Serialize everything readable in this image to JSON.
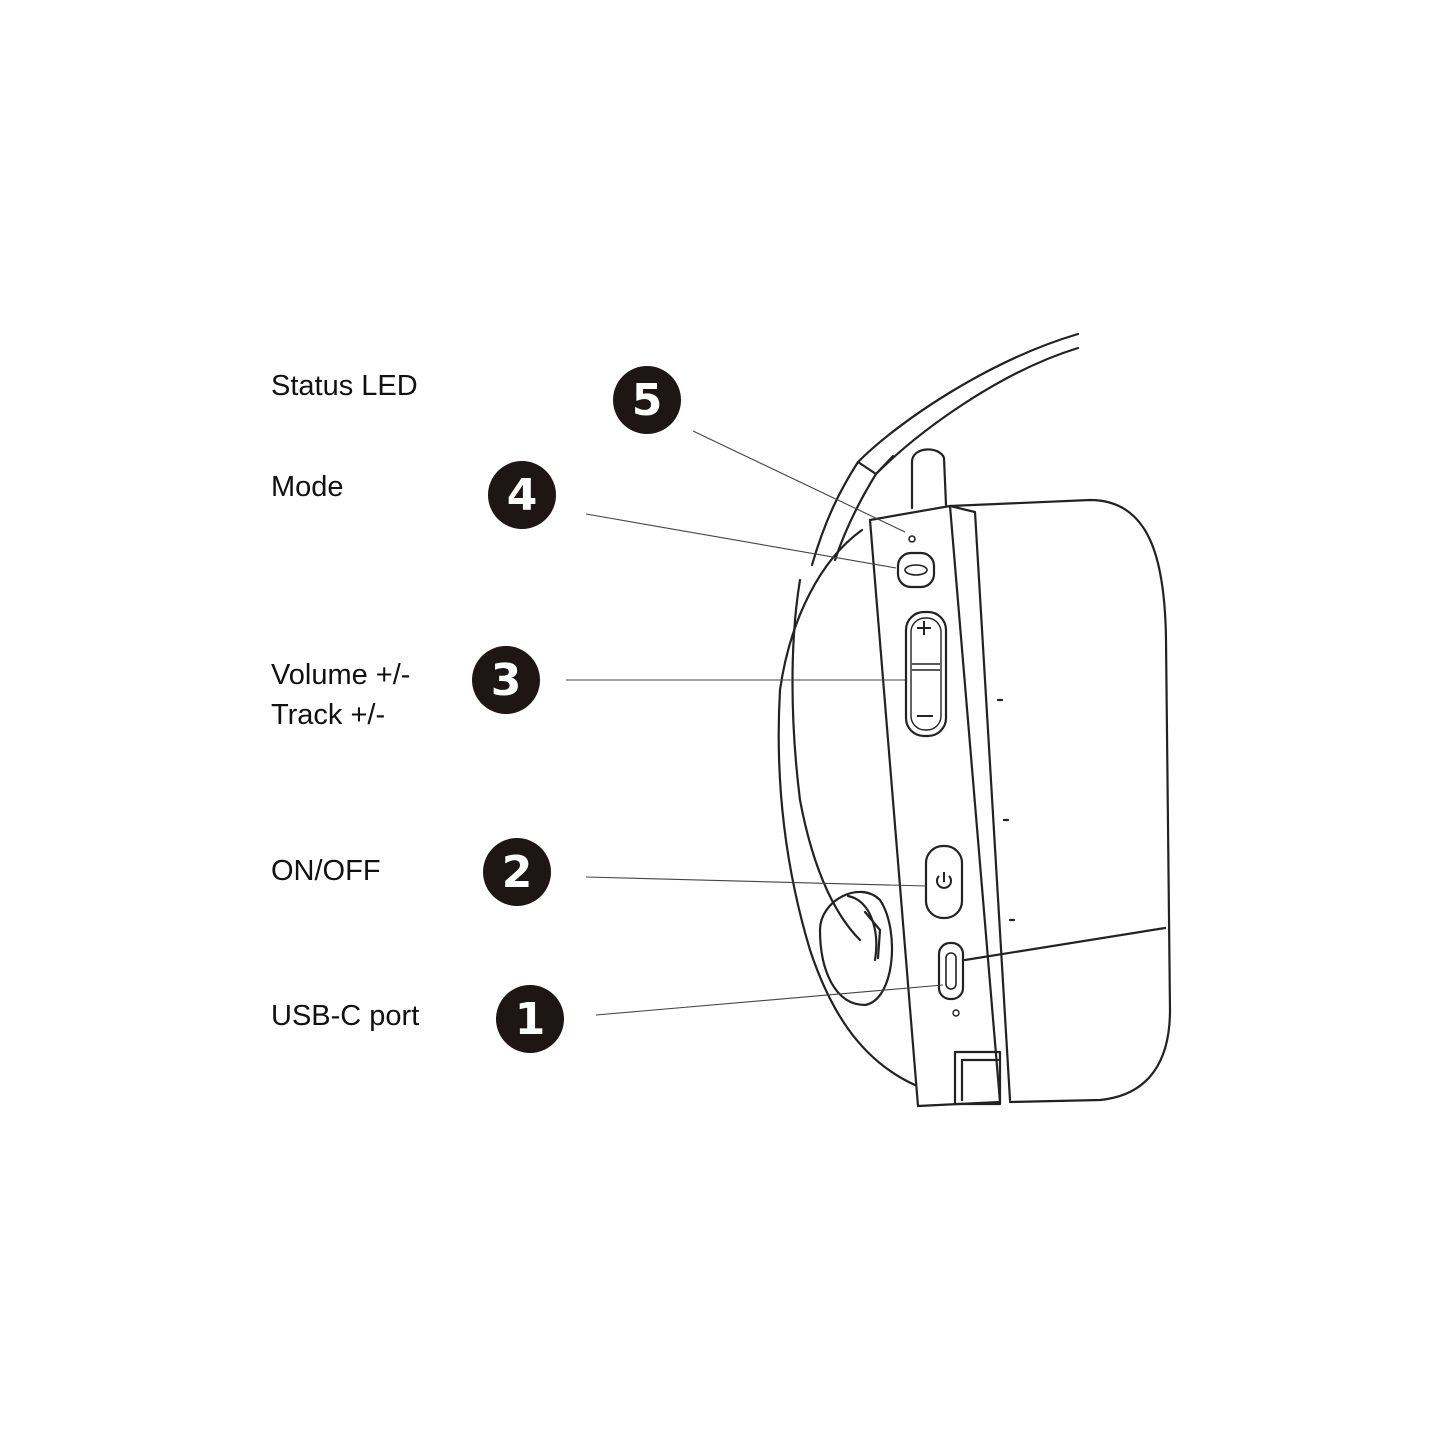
{
  "labels": [
    {
      "id": "status-led",
      "number": "5",
      "text": "Status LED"
    },
    {
      "id": "mode",
      "number": "4",
      "text": "Mode"
    },
    {
      "id": "volume-track",
      "number": "3",
      "lines": [
        "Volume +/-",
        "Track +/-"
      ]
    },
    {
      "id": "on-off",
      "number": "2",
      "text": "ON/OFF"
    },
    {
      "id": "usb-c",
      "number": "1",
      "text": "USB-C port"
    }
  ],
  "icons": [
    "plus-icon",
    "minus-icon",
    "power-icon"
  ],
  "colors": {
    "badge": "#1e1614",
    "line": "#222222",
    "text": "#111111"
  }
}
